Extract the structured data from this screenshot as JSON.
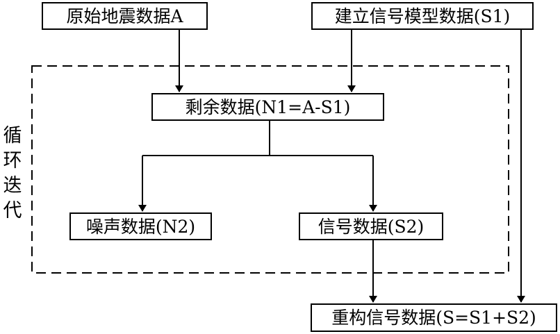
{
  "diagram": {
    "boxes": {
      "original_data": "原始地震数据A",
      "signal_model": "建立信号模型数据(S1)",
      "residual": "剩余数据(N1=A-S1)",
      "noise": "噪声数据(N2)",
      "signal": "信号数据(S2)",
      "reconstructed": "重构信号数据(S=S1+S2)"
    },
    "loop_label": [
      "循",
      "环",
      "迭",
      "代"
    ]
  }
}
